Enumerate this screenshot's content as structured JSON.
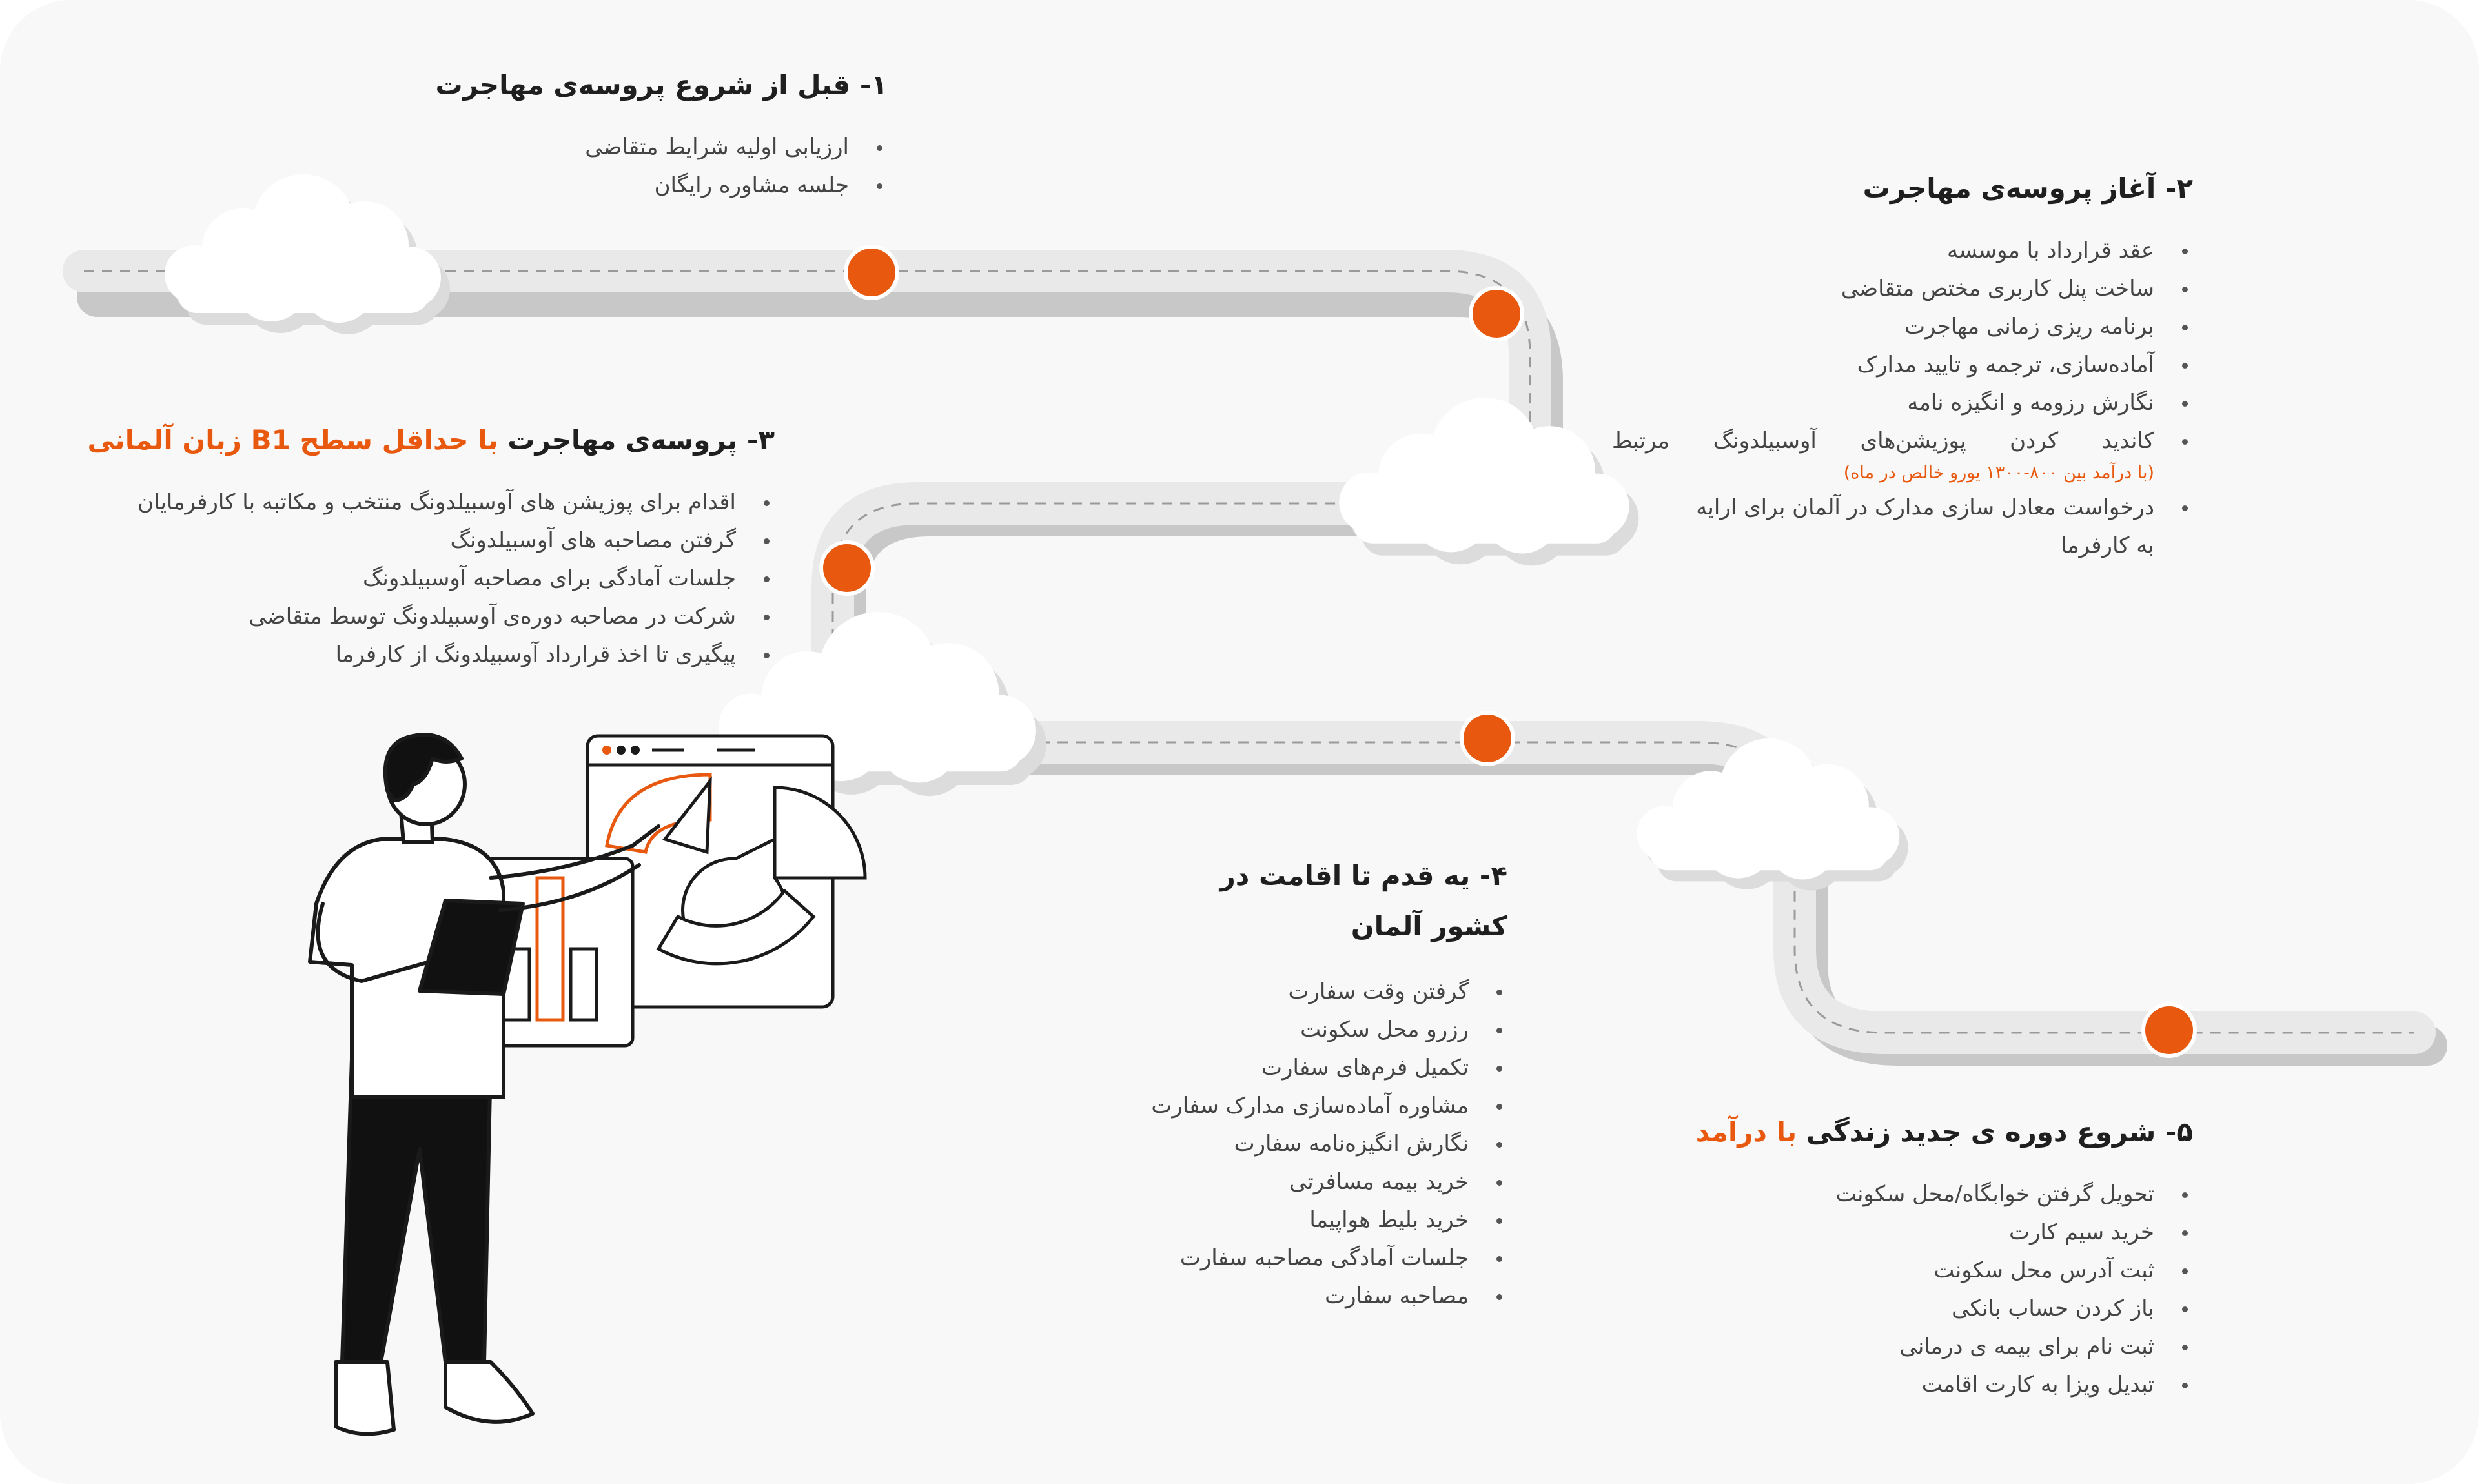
{
  "steps": [
    {
      "title": "۱- قبل از شروع پروسه‌ی مهاجرت",
      "items": [
        "ارزیابی اولیه شرایط متقاضی",
        "جلسه مشاوره رایگان"
      ]
    },
    {
      "title": "۲- آغاز پروسه‌ی مهاجرت",
      "items": [
        "عقد قرارداد با موسسه",
        "ساخت پنل کاربری مختص متقاضی",
        "برنامه ریزی زمانی مهاجرت",
        "آماده‌سازی، ترجمه و تایید مدارک",
        "نگارش رزومه و انگیزه نامه",
        "کاندید کردن پوزیشن‌های آوسبیلدونگ مرتبط",
        "درخواست معادل سازی مدارک در آلمان برای ارایه به کارفرما"
      ],
      "note": "(با درآمد بین ۸۰۰-۱۳۰۰ یورو خالص در ماه)"
    },
    {
      "title": "۳- پروسه‌ی مهاجرت",
      "title_accent": "با حداقل سطح B1 زبان آلمانی",
      "items": [
        "اقدام برای پوزیشن های آوسبیلدونگ منتخب و مکاتبه با کارفرمایان",
        "گرفتن مصاحبه های آوسبیلدونگ",
        "جلسات آمادگی برای مصاحبه آوسبیلدونگ",
        "شرکت در مصاحبه دوره‌ی آوسبیلدونگ توسط متقاضی",
        "پیگیری تا اخذ قرارداد آوسبیلدونگ از کارفرما"
      ]
    },
    {
      "title": "۴- یه قدم تا اقامت در کشور آلمان",
      "items": [
        "گرفتن وقت سفارت",
        "رزرو محل سکونت",
        "تکمیل فرم‌های سفارت",
        "مشاوره آماده‌سازی مدارک سفارت",
        "نگارش انگیزه‌نامه سفارت",
        "خرید بیمه مسافرتی",
        "خرید بلیط هواپیما",
        "جلسات آمادگی مصاحبه سفارت",
        "مصاحبه سفارت"
      ]
    },
    {
      "title": "۵- شروع دوره ی جدید زندگی",
      "title_accent": "با درآمد",
      "items": [
        "تحویل گرفتن خوابگاه/محل سکونت",
        "خرید سیم کارت",
        "ثبت آدرس محل سکونت",
        "باز کردن حساب بانکی",
        "ثبت نام برای بیمه ی درمانی",
        "تبدیل ویزا به کارت اقامت"
      ]
    }
  ],
  "colors": {
    "accent": "#e8590f",
    "road": "#e6e6e6",
    "road_shadow": "#c4c4c4",
    "dash": "#9a9a9a",
    "cloud": "#ffffff",
    "cloud_shadow": "#dcdcdc",
    "text": "#444444"
  },
  "illustration": {
    "subject": "man-presenting-dashboard",
    "icons": [
      "person-illustration",
      "dashboard-window-icon",
      "pie-chart-icon",
      "bar-chart-icon",
      "tablet-icon"
    ]
  }
}
